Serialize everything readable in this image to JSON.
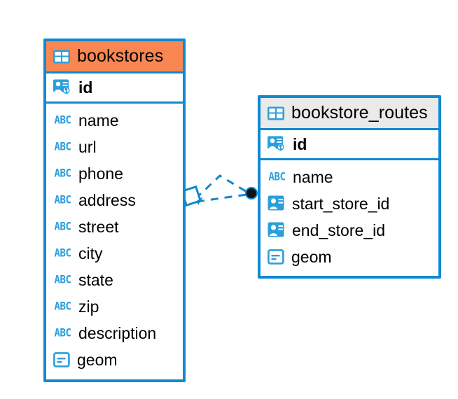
{
  "diagram": {
    "type": "entity-relationship-diagram",
    "background_color": "#ffffff",
    "accent_color": "#1189d1",
    "highlight_color": "#fa8752",
    "icon_color": "#2a9fdc",
    "tables": [
      {
        "name": "bookstores",
        "header_style": "highlighted",
        "header_icon": "table-icon",
        "primary_key": {
          "name": "id",
          "icon": "primary-key-icon"
        },
        "fields": [
          {
            "name": "name",
            "icon": "abc-text-icon",
            "type_label": "ABC"
          },
          {
            "name": "url",
            "icon": "abc-text-icon",
            "type_label": "ABC"
          },
          {
            "name": "phone",
            "icon": "abc-text-icon",
            "type_label": "ABC"
          },
          {
            "name": "address",
            "icon": "abc-text-icon",
            "type_label": "ABC"
          },
          {
            "name": "street",
            "icon": "abc-text-icon",
            "type_label": "ABC"
          },
          {
            "name": "city",
            "icon": "abc-text-icon",
            "type_label": "ABC"
          },
          {
            "name": "state",
            "icon": "abc-text-icon",
            "type_label": "ABC"
          },
          {
            "name": "zip",
            "icon": "abc-text-icon",
            "type_label": "ABC"
          },
          {
            "name": "description",
            "icon": "abc-text-icon",
            "type_label": "ABC"
          },
          {
            "name": "geom",
            "icon": "geometry-icon",
            "type_label": ""
          }
        ]
      },
      {
        "name": "bookstore_routes",
        "header_style": "plain",
        "header_icon": "table-icon",
        "primary_key": {
          "name": "id",
          "icon": "primary-key-icon"
        },
        "fields": [
          {
            "name": "name",
            "icon": "abc-text-icon",
            "type_label": "ABC"
          },
          {
            "name": "start_store_id",
            "icon": "foreign-key-icon",
            "type_label": ""
          },
          {
            "name": "end_store_id",
            "icon": "foreign-key-icon",
            "type_label": ""
          },
          {
            "name": "geom",
            "icon": "geometry-icon",
            "type_label": ""
          }
        ]
      }
    ],
    "relationship": {
      "from_table": "bookstores",
      "to_table": "bookstore_routes",
      "line_style": "dashed",
      "source_marker": "diamond",
      "target_marker": "filled-circle"
    }
  }
}
